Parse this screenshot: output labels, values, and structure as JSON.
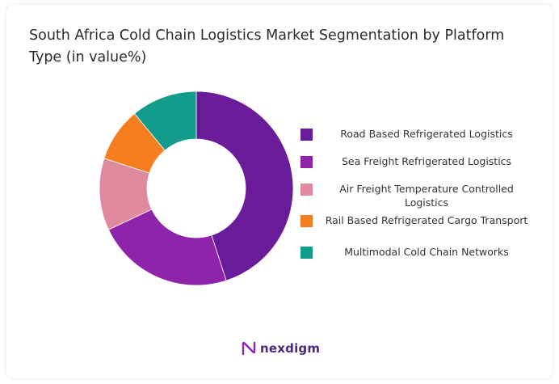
{
  "chart_data": {
    "type": "pie",
    "title": "South Africa Cold Chain Logistics Market Segmentation by Platform Type (in value%)",
    "donut": true,
    "legend_position": "right",
    "categories": [
      "Road Based Refrigerated Logistics",
      "Sea Freight Refrigerated Logistics",
      "Air Freight Temperature Controlled Logistics",
      "Rail Based Refrigerated Cargo Transport",
      "Multimodal Cold Chain Networks"
    ],
    "values": [
      45,
      23,
      12,
      9,
      11
    ],
    "colors": [
      "#6a1b9a",
      "#8e24aa",
      "#e08aa0",
      "#f57f20",
      "#139c8c"
    ]
  },
  "brand": {
    "name": "nexdigm",
    "icon": "nexdigm-logo-icon",
    "color": "#4b2a7b"
  }
}
